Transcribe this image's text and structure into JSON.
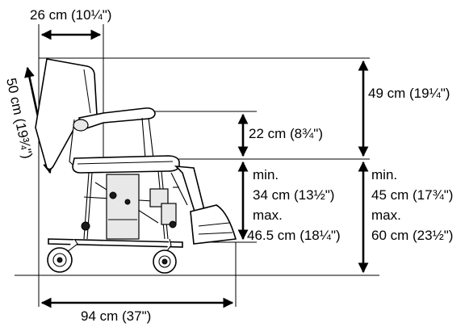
{
  "labels": {
    "top_width": "26 cm (10¼\")",
    "backrest_height": "50 cm (19¾\")",
    "back_to_seat": "49 cm (19¼\")",
    "armrest": "22 cm (8¾\")",
    "seat_height_min_label": "min.",
    "seat_height_min_value": "34 cm (13½\")",
    "seat_height_max_label": "max.",
    "seat_height_max_value": "46.5 cm (18¼\")",
    "total_height_min_label": "min.",
    "total_height_min_value": "45 cm (17¾\")",
    "total_height_max_label": "max.",
    "total_height_max_value": "60 cm (23½\")",
    "total_length": "94 cm (37\")"
  }
}
